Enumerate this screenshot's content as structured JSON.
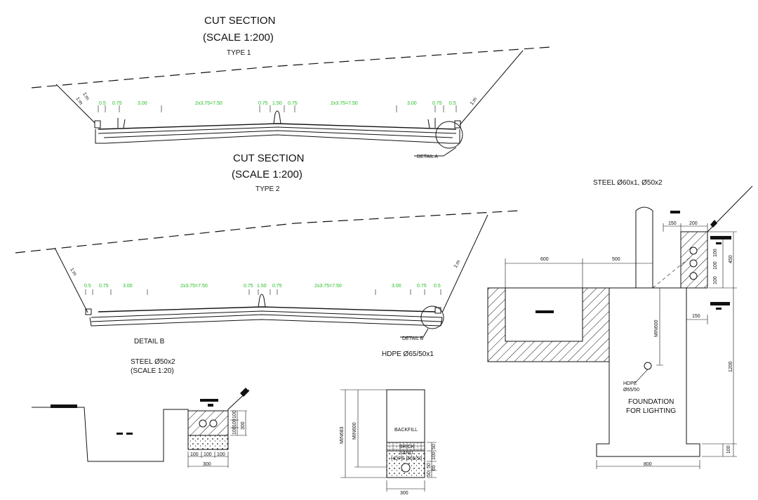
{
  "section1": {
    "title": "CUT SECTION",
    "scale": "(SCALE 1:200)",
    "type": "TYPE 1",
    "detail": "DETAIL A"
  },
  "section2": {
    "title": "CUT SECTION",
    "scale": "(SCALE 1:200)",
    "type": "TYPE 2",
    "detail": "DETAIL B"
  },
  "slope_label": "1:m",
  "dims1": [
    "0.5",
    "0.75",
    "3.00",
    "2x3.75=7.50",
    "0.75",
    "1.50",
    "0.75",
    "2x3.75=7.50",
    "3.00",
    "0.75",
    "0.5"
  ],
  "dims2": [
    "0.5",
    "0.75",
    "3.00",
    "2x3.75=7.50",
    "0.75",
    "1.50",
    "0.75",
    "2x3.75=7.50",
    "3.00",
    "0.75",
    "0.5"
  ],
  "detail_b": {
    "title": "DETAIL B",
    "steel": "STEEL Ø50x2",
    "scale": "(SCALE 1:20)",
    "dims_v": [
      "100",
      "100",
      "100"
    ],
    "dim_total_v": "300",
    "dims_h": [
      "100",
      "100",
      "100"
    ],
    "dim_total_h": "300"
  },
  "hdpe": {
    "title": "HDPE Ø65/50x1",
    "backfill": "BACKFILL",
    "brick": "BRICK",
    "sand": "SAND",
    "hdpe_label": "HDPE Ø65/50",
    "min683": "MIN683",
    "min600": "MIN600",
    "dims_v": [
      "50",
      "100",
      "50",
      "65",
      "50"
    ],
    "dim_bottom": "300"
  },
  "foundation": {
    "steel": "STEEL Ø60x1, Ø50x2",
    "label_line1": "FOUNDATION",
    "label_line2": "FOR LIGHTING",
    "hdpe_line1": "HDPE",
    "hdpe_line2": "Ø65/50",
    "min600": "MIN600",
    "dims": {
      "d150_top": "150",
      "d200": "200",
      "d600": "600",
      "d500": "500",
      "d100a": "100",
      "d100b": "100",
      "d100c": "100",
      "d450": "450",
      "d150_right": "150",
      "d1200": "1200",
      "d100_bottom": "100",
      "d800": "800"
    }
  }
}
